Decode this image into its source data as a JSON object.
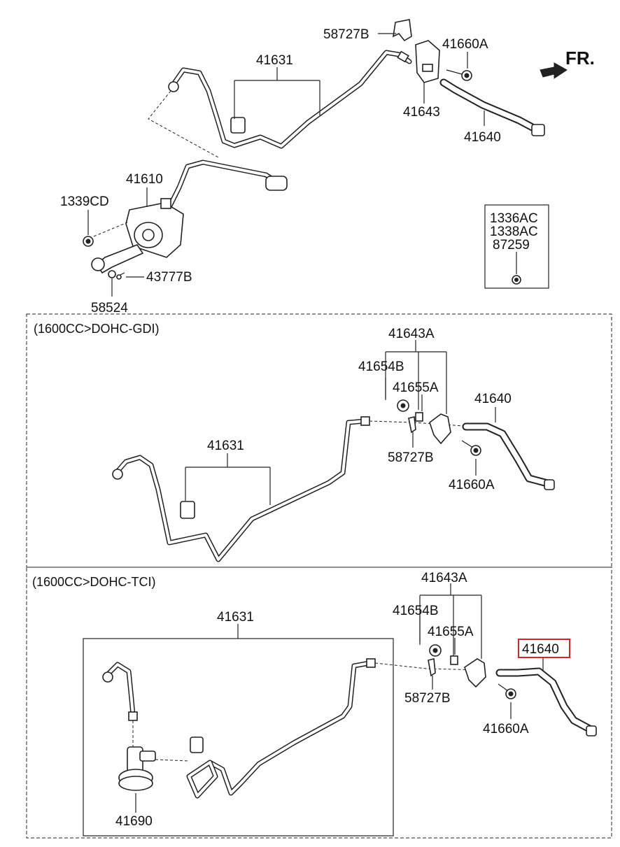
{
  "direction_label": "FR.",
  "top_section": {
    "labels": {
      "bracket_clip": "58727B",
      "bolt": "41660A",
      "pipe": "41631",
      "bracket": "41643",
      "hose": "41640",
      "master_cylinder": "41610",
      "nut": "1339CD",
      "pin": "43777B",
      "clip_pin": "58524"
    },
    "inset_box_labels": [
      "1336AC",
      "1338AC",
      "87259"
    ]
  },
  "gdi_section": {
    "title": "(1600CC>DOHC-GDI)",
    "labels": {
      "bracket": "41643A",
      "grommet": "41654B",
      "bushing": "41655A",
      "hose": "41640",
      "pipe": "41631",
      "clip": "58727B",
      "bolt": "41660A"
    }
  },
  "tci_section": {
    "title": "(1600CC>DOHC-TCI)",
    "labels": {
      "bracket": "41643A",
      "grommet": "41654B",
      "bushing": "41655A",
      "hose_highlighted": "41640",
      "pipe": "41631",
      "clip": "58727B",
      "bolt": "41660A",
      "damper": "41690"
    },
    "highlight_color": "#d9232a"
  },
  "line_color": "#222222"
}
